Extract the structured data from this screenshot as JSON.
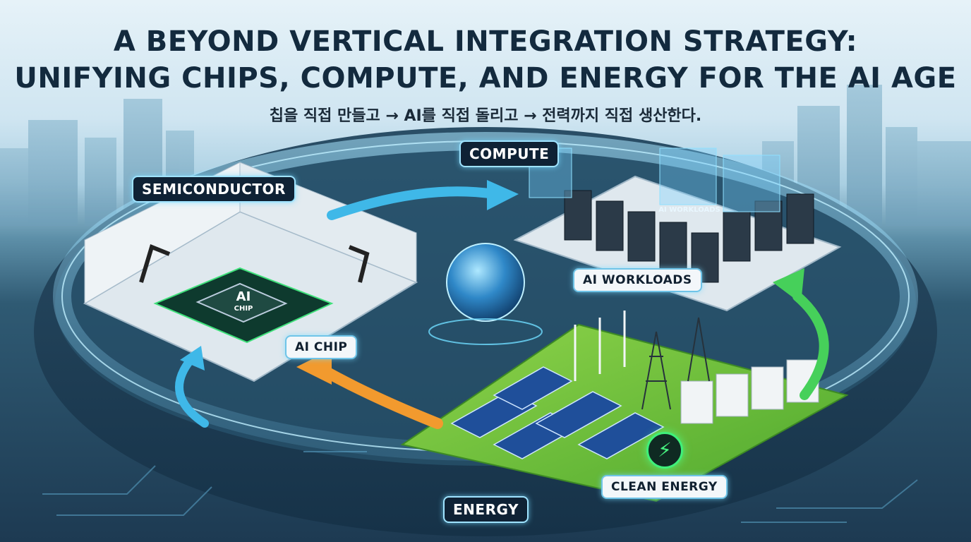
{
  "title": {
    "line1": "A BEYOND VERTICAL INTEGRATION STRATEGY:",
    "line2": "UNIFYING CHIPS, COMPUTE, AND ENERGY FOR THE AI AGE"
  },
  "subtitle": "칩을 직접 만들고 → AI를 직접 돌리고 → 전력까지 직접 생산한다.",
  "sections": {
    "semiconductor": "SEMICONDUCTOR",
    "compute": "COMPUTE",
    "energy": "ENERGY"
  },
  "callouts": {
    "ai_chip": "AI CHIP",
    "ai_workloads": "AI WORKLOADS",
    "clean_energy": "CLEAN ENERGY",
    "screen_workloads": "AI WORKLOADS"
  },
  "chip": {
    "main": "AI",
    "sub": "CHIP"
  },
  "icons": {
    "center": "globe-icon",
    "energy_badge": "power-bolt-icon"
  },
  "colors": {
    "title": "#132a3e",
    "label_bg": "#0f2235",
    "label_border": "#9fe3ff",
    "energy_green": "#46f27f",
    "arrow_blue": "#3fb8e8",
    "arrow_orange": "#f29a2e",
    "arrow_green": "#46d05a"
  }
}
